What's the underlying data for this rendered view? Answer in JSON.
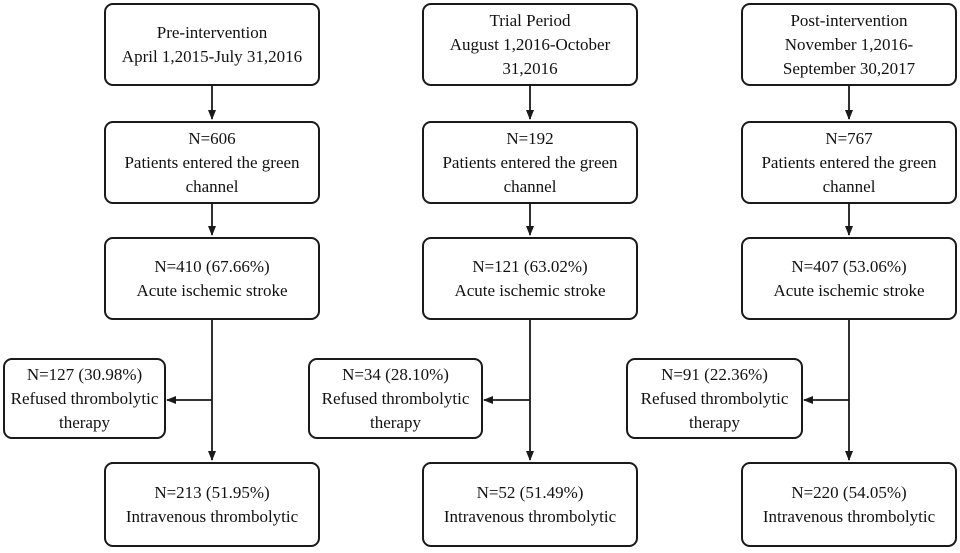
{
  "columns": [
    {
      "period": [
        "Pre-intervention",
        "April 1,2015-July 31,2016"
      ],
      "entered": [
        "N=606",
        "Patients entered the green",
        "channel"
      ],
      "stroke": [
        "N=410 (67.66%)",
        "Acute ischemic stroke"
      ],
      "refused": [
        "N=127 (30.98%)",
        "Refused thrombolytic",
        "therapy"
      ],
      "treated": [
        "N=213 (51.95%)",
        "Intravenous thrombolytic"
      ]
    },
    {
      "period": [
        "Trial Period",
        "August 1,2016-October",
        "31,2016"
      ],
      "entered": [
        "N=192",
        "Patients entered the green",
        "channel"
      ],
      "stroke": [
        "N=121 (63.02%)",
        "Acute ischemic stroke"
      ],
      "refused": [
        "N=34 (28.10%)",
        "Refused thrombolytic",
        "therapy"
      ],
      "treated": [
        "N=52 (51.49%)",
        "Intravenous thrombolytic"
      ]
    },
    {
      "period": [
        "Post-intervention",
        "November 1,2016-",
        "September 30,2017"
      ],
      "entered": [
        "N=767",
        "Patients entered the green",
        "channel"
      ],
      "stroke": [
        "N=407 (53.06%)",
        "Acute ischemic stroke"
      ],
      "refused": [
        "N=91 (22.36%)",
        "Refused thrombolytic",
        "therapy"
      ],
      "treated": [
        "N=220 (54.05%)",
        "Intravenous thrombolytic"
      ]
    }
  ]
}
